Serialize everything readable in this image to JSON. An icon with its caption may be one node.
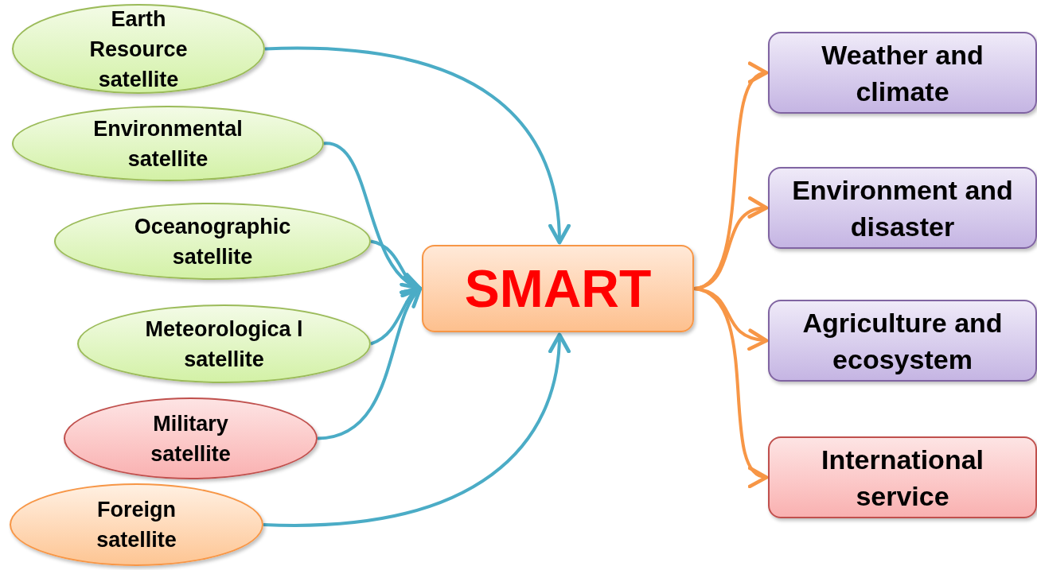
{
  "diagram": {
    "nodes": [
      {
        "text": [
          "Earth Resource satellite"
        ]
      },
      {
        "text": [
          "Environmental satellite"
        ]
      },
      {
        "text": [
          "Oceanographic satellite"
        ]
      },
      {
        "text": [
          "Meteorologica l satellite"
        ]
      },
      {
        "text": [
          "Military satellite"
        ]
      },
      {
        "text": [
          "Foreign satellite"
        ]
      },
      {
        "text": [
          "SMART"
        ]
      },
      {
        "text": [
          "Weather and climate"
        ]
      },
      {
        "text": [
          "Environment and disaster"
        ]
      },
      {
        "text": [
          "Agriculture and ecosystem"
        ]
      },
      {
        "text": [
          "International service"
        ]
      }
    ],
    "edges": [
      {
        "from": 0,
        "to": 6,
        "arrow": "to"
      },
      {
        "from": 1,
        "to": 6,
        "arrow": "to"
      },
      {
        "from": 2,
        "to": 6,
        "arrow": "to"
      },
      {
        "from": 3,
        "to": 6,
        "arrow": "to"
      },
      {
        "from": 4,
        "to": 6,
        "arrow": "to"
      },
      {
        "from": 5,
        "to": 6,
        "arrow": "to"
      },
      {
        "from": 6,
        "to": 7,
        "arrow": "to",
        "color": "#f79646"
      },
      {
        "from": 6,
        "to": 8,
        "arrow": "to",
        "color": "#f79646"
      },
      {
        "from": 6,
        "to": 9,
        "arrow": "to",
        "color": "#f79646"
      },
      {
        "from": 6,
        "to": 10,
        "arrow": "to",
        "color": "#f79646"
      }
    ]
  }
}
